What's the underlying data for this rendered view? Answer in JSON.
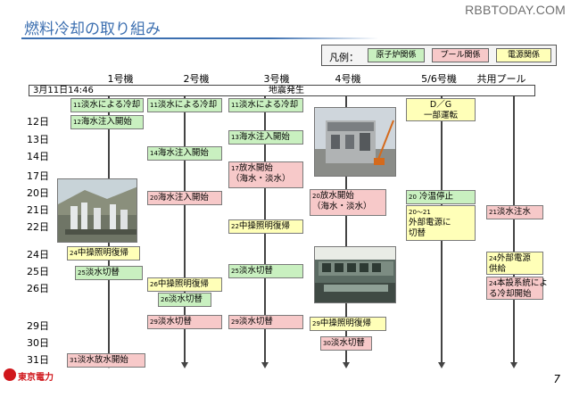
{
  "watermark": "RBBTODAY.COM",
  "title": "燃料冷却の取り組み",
  "legend": {
    "label": "凡例：",
    "items": [
      {
        "text": "原子炉関係",
        "color": "#c9f0c0"
      },
      {
        "text": "プール関係",
        "color": "#f7c9c9"
      },
      {
        "text": "電源関係",
        "color": "#ffffb8"
      }
    ]
  },
  "columns": [
    "1号機",
    "2号機",
    "3号機",
    "4号機",
    "5/6号機",
    "共用プール"
  ],
  "top_bar": {
    "date": "3月11日14:46",
    "event": "地震発生"
  },
  "days": [
    "12日",
    "13日",
    "14日",
    "17日",
    "20日",
    "21日",
    "22日",
    "24日",
    "25日",
    "26日",
    "29日",
    "30日",
    "31日"
  ],
  "boxes": {
    "u1_a": {
      "d": "11",
      "t": "淡水による冷却"
    },
    "u1_b": {
      "d": "12",
      "t": "海水注入開始"
    },
    "u1_c": {
      "d": "24",
      "t": "中操照明復帰"
    },
    "u1_d": {
      "d": "25",
      "t": "淡水切替"
    },
    "u1_e": {
      "d": "31",
      "t": "淡水放水開始"
    },
    "u2_a": {
      "d": "11",
      "t": "淡水による冷却"
    },
    "u2_b": {
      "d": "14",
      "t": "海水注入開始"
    },
    "u2_c": {
      "d": "20",
      "t": "海水注入開始"
    },
    "u2_d": {
      "d": "26",
      "t": "中操照明復帰"
    },
    "u2_e": {
      "d": "26",
      "t": "淡水切替"
    },
    "u2_f": {
      "d": "29",
      "t": "淡水切替"
    },
    "u3_a": {
      "d": "11",
      "t": "淡水による冷却"
    },
    "u3_b": {
      "d": "13",
      "t": "海水注入開始"
    },
    "u3_c1": {
      "d": "17",
      "t": "放水開始"
    },
    "u3_c2": "（海水・淡水）",
    "u3_d": {
      "d": "22",
      "t": "中操照明復帰"
    },
    "u3_e": {
      "d": "25",
      "t": "淡水切替"
    },
    "u3_f": {
      "d": "29",
      "t": "淡水切替"
    },
    "u4_a1": {
      "d": "20",
      "t": "放水開始"
    },
    "u4_a2": "（海水・淡水）",
    "u4_b": {
      "d": "29",
      "t": "中操照明復帰"
    },
    "u4_c": {
      "d": "30",
      "t": "淡水切替"
    },
    "u56_a1": "D／G",
    "u56_a2": "一部運転",
    "u56_b": {
      "d": "20",
      "t": " 冷温停止"
    },
    "u56_c1": {
      "d": "20～21",
      "t": ""
    },
    "u56_c2": "外部電源に",
    "u56_c3": "切替",
    "pool_a": {
      "d": "21",
      "t": "淡水注水"
    },
    "pool_b1": {
      "d": "24",
      "t": "外部電源"
    },
    "pool_b2": "供給",
    "pool_c1": {
      "d": "24",
      "t": "本設系統によ"
    },
    "pool_c2": "る冷却開始"
  },
  "logo_text": "東京電力",
  "page_number": "7"
}
